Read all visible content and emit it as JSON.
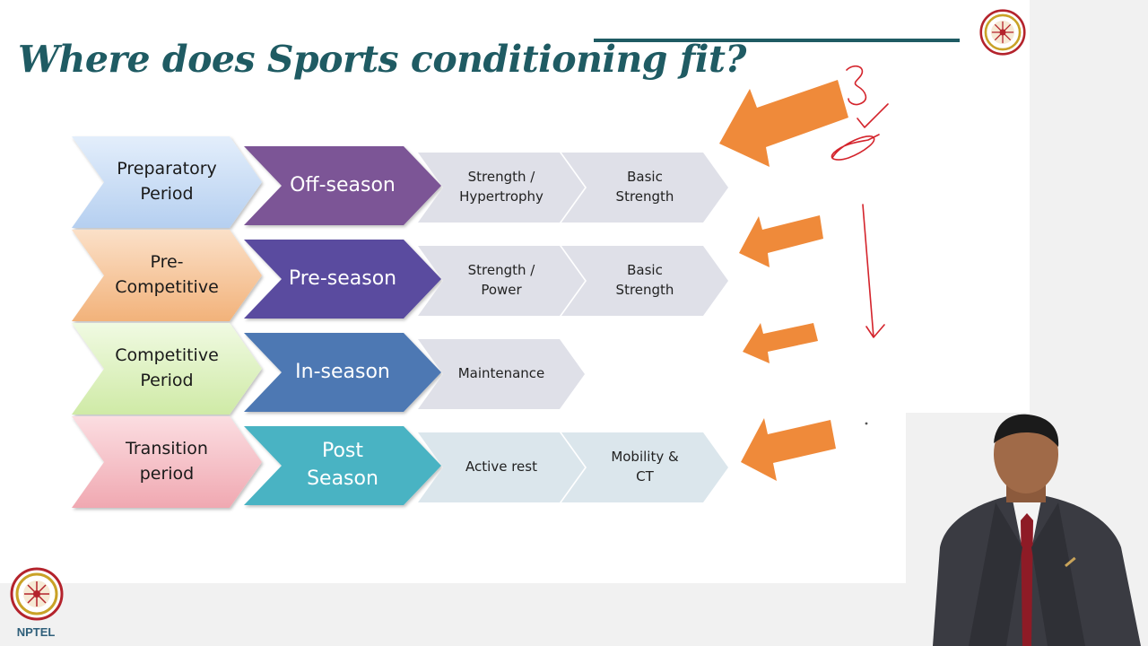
{
  "slide": {
    "title": "Where does Sports conditioning fit?",
    "rows": [
      {
        "phase": [
          "Preparatory",
          "Period"
        ],
        "season": [
          "Off-season"
        ],
        "tasks": [
          [
            "Strength /",
            "Hypertrophy"
          ],
          [
            "Basic",
            "Strength"
          ]
        ]
      },
      {
        "phase": [
          "Pre-",
          "Competitive"
        ],
        "season": [
          "Pre-season"
        ],
        "tasks": [
          [
            "Strength /",
            "Power"
          ],
          [
            "Basic",
            "Strength"
          ]
        ]
      },
      {
        "phase": [
          "Competitive",
          "Period"
        ],
        "season": [
          "In-season"
        ],
        "tasks": [
          [
            "Maintenance"
          ]
        ]
      },
      {
        "phase": [
          "Transition",
          "period"
        ],
        "season": [
          "Post",
          "Season"
        ],
        "tasks": [
          [
            "Active rest"
          ],
          [
            "Mobility &",
            "CT"
          ]
        ]
      }
    ]
  },
  "logo": {
    "label": "NPTEL"
  },
  "colors": {
    "title": "#1f5b63",
    "phase_fills": [
      "#c8ddf5",
      "#f6c9a3",
      "#def2c4",
      "#f6c2c8"
    ],
    "season_fills": [
      "#7b5596",
      "#5a4b9f",
      "#4d78b3",
      "#48b3c3"
    ],
    "task_fills": [
      "#dfe0e8",
      "#dfe0e8",
      "#dfe0e8",
      "#dbe6ec"
    ],
    "callout_arrow": "#ef8a3a",
    "annotation_ink": "#d4242c"
  },
  "icons": {
    "callout_arrows": "left-pointing-arrow",
    "annotations": "handwritten-pen-marks",
    "logo": "nptel-wheel-logo"
  }
}
